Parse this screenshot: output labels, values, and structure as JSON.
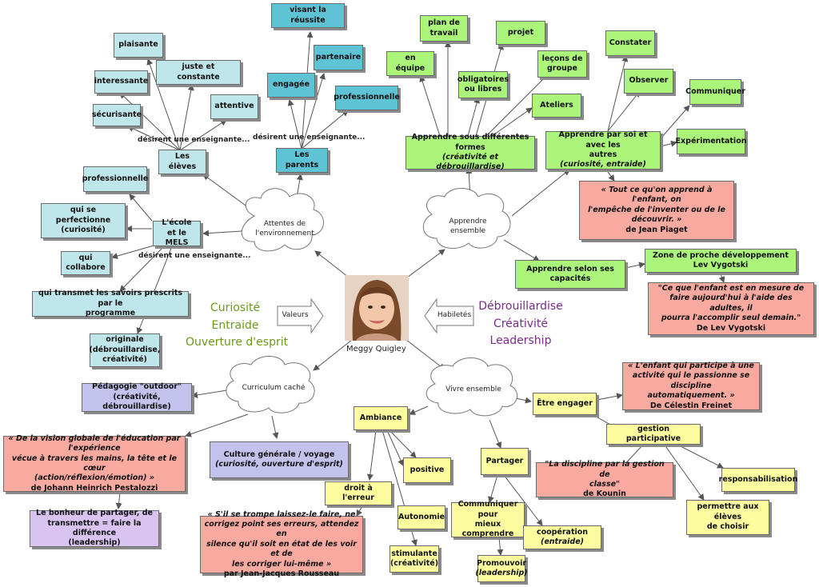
{
  "center": {
    "name": "Meggy Quigley"
  },
  "clouds": {
    "attentes": "Attentes de l'environnement",
    "apprendre": "Apprendre ensemble",
    "curriculum": "Curriculum caché",
    "vivre": "Vivre ensemble"
  },
  "arrows": {
    "valeurs": "Valeurs",
    "habiletes": "Habiletés"
  },
  "values_list": [
    "Curiosité",
    "Entraide",
    "Ouverture d'esprit"
  ],
  "skills_list": [
    "Débrouillardise",
    "Créativité",
    "Leadership"
  ],
  "connectors": {
    "eleves": "désirent une enseignante...",
    "parents": "désirent une enseignante...",
    "ecole": "désirent une enseignante..."
  },
  "colors": {
    "eleves": "#bfe6ea",
    "parents": "#5fc3d6",
    "apprendre": "#aaf57a",
    "vivre": "#fdfda0",
    "quote": "#f8a9a0",
    "curriculum": "#c2c2ec",
    "values_text": "#6a9a1a",
    "skills_text": "#7a2a8a"
  },
  "nodes": {
    "plaisante": "plaisante",
    "juste_constante": "juste et constante",
    "interessante": "interessante",
    "attentive": "attentive",
    "securisante": "sécurisante",
    "les_eleves": "Les élèves",
    "visant_reussite": "visant la réussite",
    "partenaire": "partenaire",
    "engagee": "engagée",
    "professionnelle_parents": "professionnelle",
    "les_parents": "Les parents",
    "professionnelle_ecole": "professionnelle",
    "perfectionne_1": "qui se perfectionne",
    "perfectionne_2": "(curiosité)",
    "ecole_mels_1": "L'école et le",
    "ecole_mels_2": "MELS",
    "collabore": "qui collabore",
    "transmet_1": "qui transmet les savoirs prescrits par le",
    "transmet_2": "programme",
    "originale_1": "originale",
    "originale_2": "(débrouillardise,",
    "originale_3": "créativité)",
    "plan_1": "plan de",
    "plan_2": "travail",
    "projet": "projet",
    "en_equipe": "en équipe",
    "lecons_1": "leçons de",
    "lecons_2": "groupe",
    "oblig_1": "obligatoires",
    "oblig_2": "ou libres",
    "ateliers": "Ateliers",
    "formes_1": "Apprendre sous différentes formes",
    "formes_2": "(créativité et débrouillardise)",
    "constater": "Constater",
    "observer": "Observer",
    "communiquer": "Communiquer",
    "soi_1": "Apprendre par soi et avec les",
    "soi_2": "autres",
    "soi_3": "(curiosité, entraide)",
    "experimentation": "Expérimentation",
    "piaget_1": "« Tout ce qu'on apprend à l'enfant, on",
    "piaget_2": "l'empêche de l'inventer ou de le",
    "piaget_3": "découvrir.  »",
    "piaget_4": "de Jean Piaget",
    "capacites_1": "Apprendre selon ses",
    "capacites_2": "capacités",
    "zone_1": "Zone de proche développement",
    "zone_2": "Lev Vygotski",
    "vygotski_1": "\"Ce que l'enfant est en mesure de",
    "vygotski_2": "faire aujourd'hui à l'aide des adultes, il",
    "vygotski_3": "pourra l'accomplir seul demain.\"",
    "vygotski_4": "De Lev Vygotski",
    "outdoor_1": "Pédagogie \"outdoor\"",
    "outdoor_2": "(créativité, débrouillardise)",
    "pestalozzi_1": "« De la vision globale de l'éducation par l'expérience",
    "pestalozzi_2": "vécue à travers les mains, la tête et le cœur",
    "pestalozzi_3": "(action/réflexion/émotion) »",
    "pestalozzi_4": "de Johann Heinrich Pestalozzi",
    "culture_1": "Culture générale / voyage",
    "culture_2": "(curiosité, ouverture d'esprit)",
    "bonheur_1": "Le bonheur de partager, de",
    "bonheur_2": "transmettre = faire la  différence",
    "bonheur_3": "(leadership)",
    "ambiance": "Ambiance",
    "positive": "positive",
    "droit_erreur": "droit à l'erreur",
    "autonomie": "Autonomie",
    "rousseau_1": "« S'il se trompe laissez-le faire, ne",
    "rousseau_2": "corrigez point ses erreurs, attendez en",
    "rousseau_3": "silence qu'il soit en état de les voir et de",
    "rousseau_4": "les corriger lui-même »",
    "rousseau_5": "par Jean-Jacques Rousseau",
    "stimulante_1": "stimulante",
    "stimulante_2": "(créativité)",
    "partager": "Partager",
    "commmieux_1": "Communiquer pour",
    "commmieux_2": "mieux comprendre",
    "cooperation_1": "coopération",
    "cooperation_2": "(entraide)",
    "promouvoir_1": "Promouvoir",
    "promouvoir_2": "(leadership)",
    "engager": "Être engager",
    "freinet_1": "« L'enfant qui participe à une",
    "freinet_2": "activité qui le passionne se discipline",
    "freinet_3": "automatiquement.  »",
    "freinet_4": "De Célestin Freinet",
    "gestion": "gestion participative",
    "kounin_1": "\"La discipline par la gestion de",
    "kounin_2": "classe\"",
    "kounin_3": "de Kounin",
    "responsabilisation": "responsabilisation",
    "permettre_1": "permettre aux élèves",
    "permettre_2": "de choisir"
  }
}
